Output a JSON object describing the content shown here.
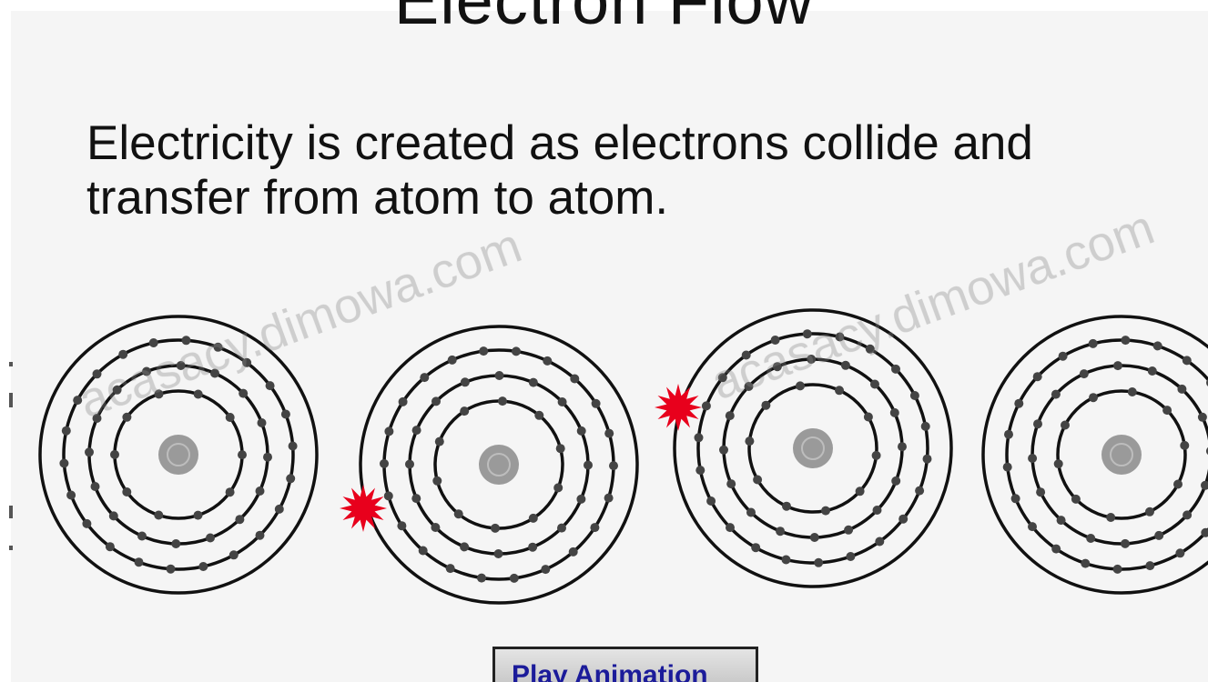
{
  "slide": {
    "title": "Electron Flow",
    "text": "Electricity is created as electrons collide and transfer from atom to atom.",
    "play_button_label": "Play Animation"
  },
  "watermark": {
    "text_1": "acasacy.dimowa.com",
    "text_2": "acasacy.dimowa.com"
  },
  "diagram": {
    "atom_count": 4,
    "shells_per_atom": 4,
    "collision_count": 2,
    "colors": {
      "orbit": "#111111",
      "electron": "#444444",
      "nucleus": "#9a9a9a",
      "collision": "#e8001c"
    }
  }
}
